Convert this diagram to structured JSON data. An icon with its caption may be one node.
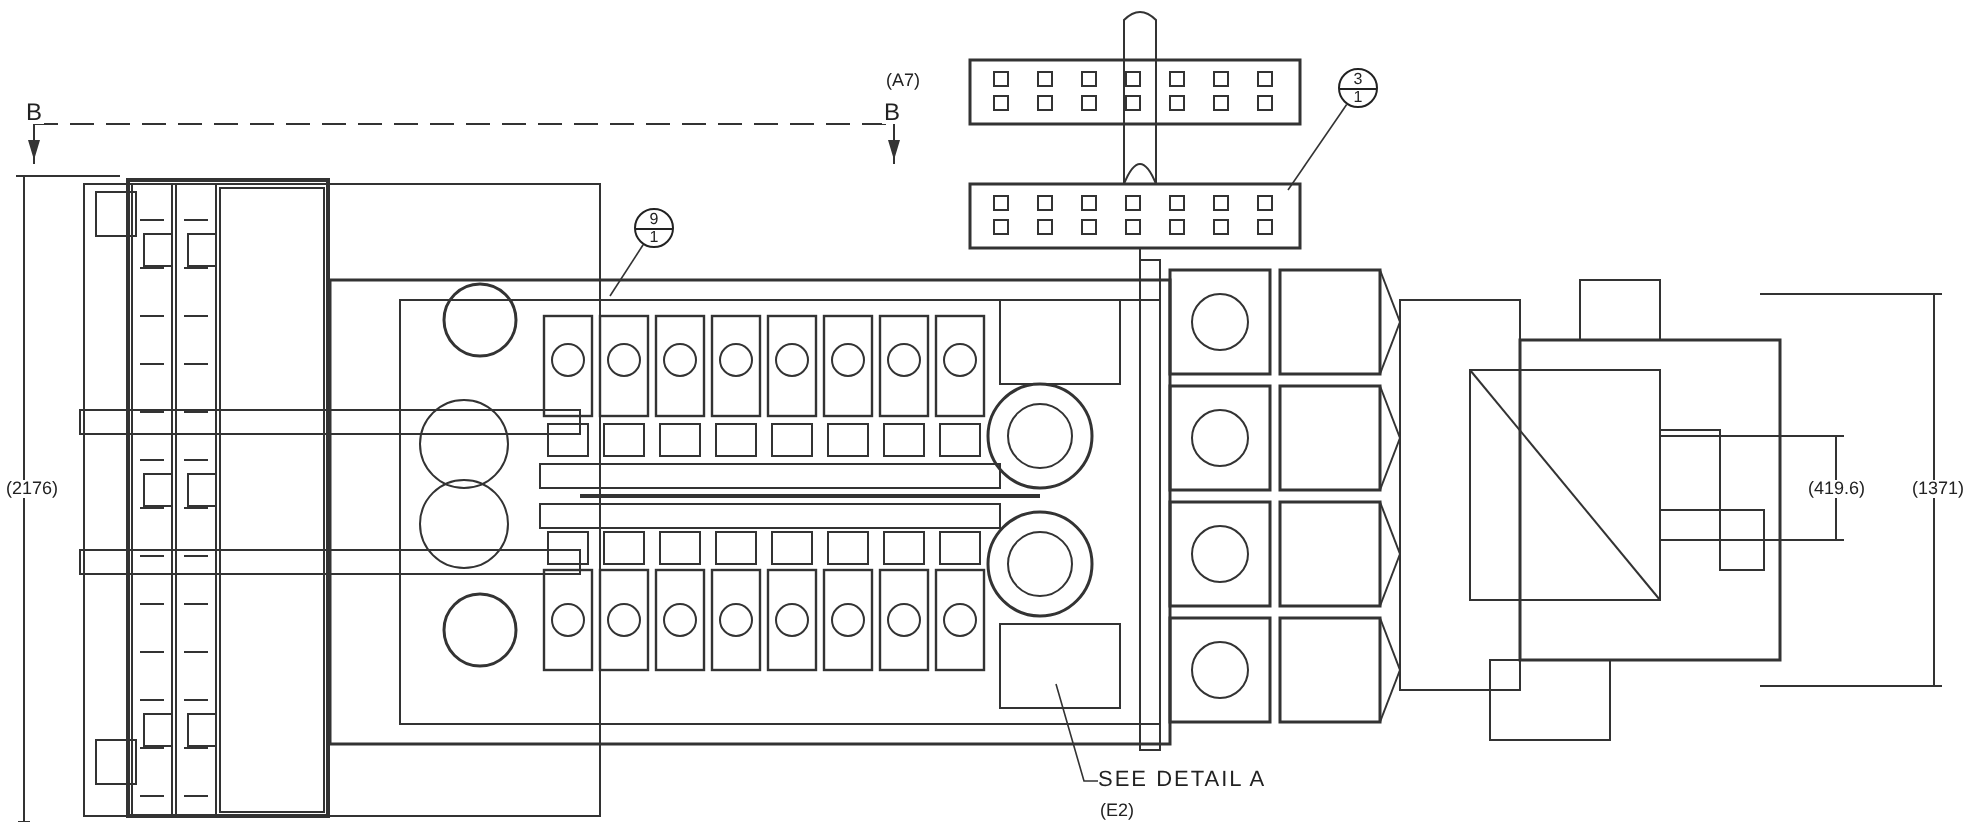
{
  "diagram": {
    "nodes": [
      {
        "text": [
          "9",
          "1"
        ]
      },
      {
        "text": [
          "3",
          "1"
        ]
      },
      {
        "text": [
          "SEE DETAIL A"
        ]
      }
    ],
    "edges": [
      {
        "from": 0,
        "to": null,
        "arrow": "none"
      },
      {
        "from": 1,
        "to": null,
        "arrow": "none"
      },
      {
        "from": 2,
        "to": null,
        "arrow": "none"
      }
    ],
    "labels": [
      "B",
      "(A7)",
      "B",
      "(2176)",
      "(419.6)",
      "(1371)",
      "(E2)"
    ]
  }
}
